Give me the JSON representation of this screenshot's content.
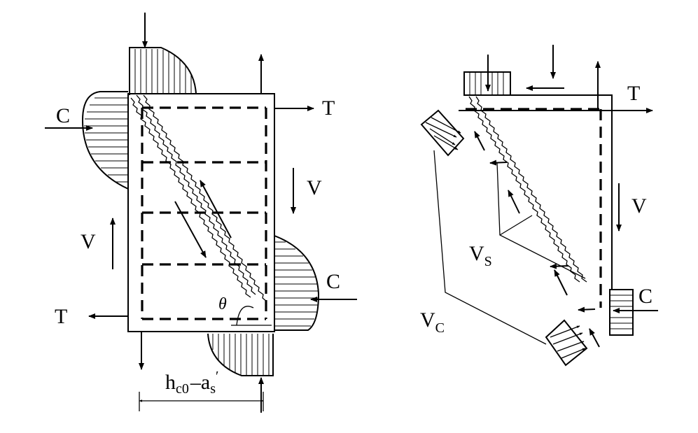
{
  "left_panel": {
    "label_c_left": "C",
    "label_t_right": "T",
    "label_v_right": "V",
    "label_v_left": "V",
    "label_c_right": "C",
    "label_t_left": "T",
    "label_theta": "θ",
    "dimension": {
      "h_main": "h",
      "h_sub": "c0",
      "minus": "–",
      "a_main": "a",
      "a_sub": "s",
      "a_prime": "′"
    }
  },
  "right_panel": {
    "label_t": "T",
    "label_v": "V",
    "label_c": "C",
    "label_vs": {
      "main": "V",
      "sub": "S"
    },
    "label_vc": {
      "main": "V",
      "sub": "C"
    }
  }
}
